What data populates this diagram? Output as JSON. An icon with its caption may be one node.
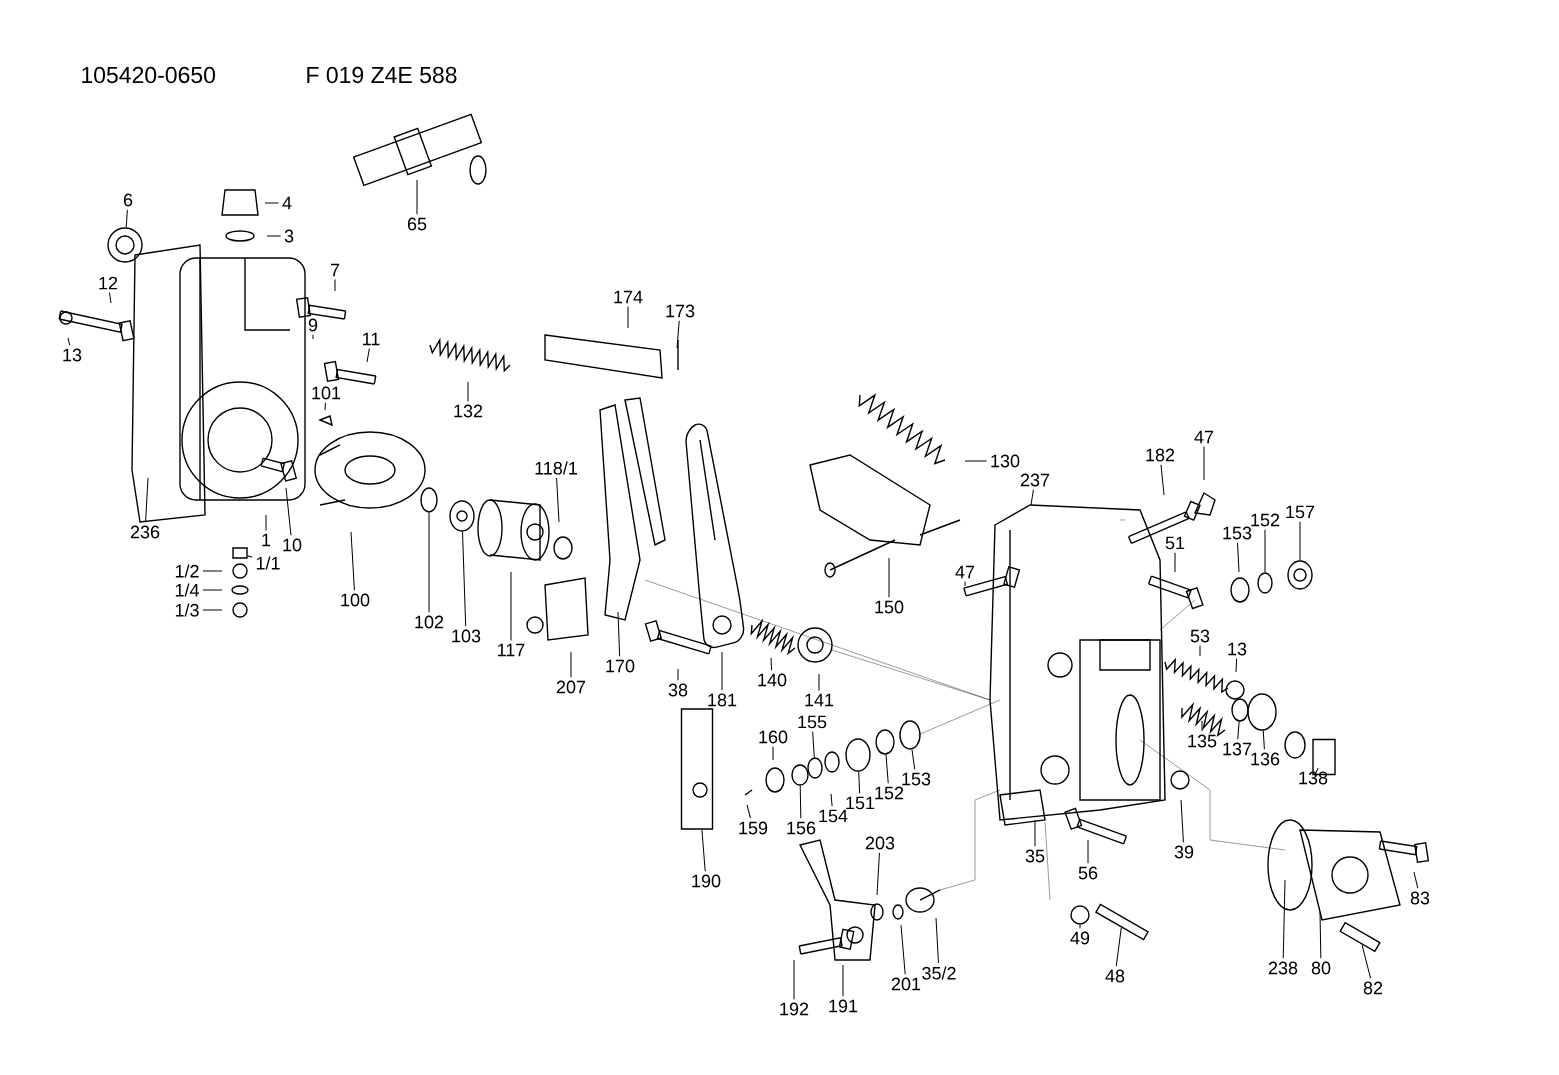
{
  "diagram": {
    "nodes": [
      {
        "text": [
          "6"
        ]
      },
      {
        "text": [
          "4"
        ]
      },
      {
        "text": [
          "3"
        ]
      },
      {
        "text": [
          "7"
        ]
      },
      {
        "text": [
          "12"
        ]
      },
      {
        "text": [
          "9"
        ]
      },
      {
        "text": [
          "11"
        ]
      },
      {
        "text": [
          "13"
        ]
      },
      {
        "text": [
          "101"
        ]
      },
      {
        "text": [
          "236"
        ]
      },
      {
        "text": [
          "1"
        ]
      },
      {
        "text": [
          "10"
        ]
      },
      {
        "text": [
          "1/1"
        ]
      },
      {
        "text": [
          "1/2"
        ]
      },
      {
        "text": [
          "1/4"
        ]
      },
      {
        "text": [
          "1/3"
        ]
      },
      {
        "text": [
          "65"
        ]
      },
      {
        "text": [
          "132"
        ]
      },
      {
        "text": [
          "174"
        ]
      },
      {
        "text": [
          "173"
        ]
      },
      {
        "text": [
          "100"
        ]
      },
      {
        "text": [
          "102"
        ]
      },
      {
        "text": [
          "103"
        ]
      },
      {
        "text": [
          "117"
        ]
      },
      {
        "text": [
          "118/1"
        ]
      },
      {
        "text": [
          "207"
        ]
      },
      {
        "text": [
          "170"
        ]
      },
      {
        "text": [
          "181"
        ]
      },
      {
        "text": [
          "38"
        ]
      },
      {
        "text": [
          "140"
        ]
      },
      {
        "text": [
          "141"
        ]
      },
      {
        "text": [
          "130"
        ]
      },
      {
        "text": [
          "150"
        ]
      },
      {
        "text": [
          "47"
        ]
      },
      {
        "text": [
          "237"
        ]
      },
      {
        "text": [
          "182"
        ]
      },
      {
        "text": [
          "47"
        ]
      },
      {
        "text": [
          "51"
        ]
      },
      {
        "text": [
          "153"
        ]
      },
      {
        "text": [
          "152"
        ]
      },
      {
        "text": [
          "157"
        ]
      },
      {
        "text": [
          "53"
        ]
      },
      {
        "text": [
          "13"
        ]
      },
      {
        "text": [
          "135"
        ]
      },
      {
        "text": [
          "137"
        ]
      },
      {
        "text": [
          "136"
        ]
      },
      {
        "text": [
          "138"
        ]
      },
      {
        "text": [
          "160"
        ]
      },
      {
        "text": [
          "155"
        ]
      },
      {
        "text": [
          "152"
        ]
      },
      {
        "text": [
          "153"
        ]
      },
      {
        "text": [
          "151"
        ]
      },
      {
        "text": [
          "154"
        ]
      },
      {
        "text": [
          "156"
        ]
      },
      {
        "text": [
          "159"
        ]
      },
      {
        "text": [
          "190"
        ]
      },
      {
        "text": [
          "203"
        ]
      },
      {
        "text": [
          "201"
        ]
      },
      {
        "text": [
          "35/2"
        ]
      },
      {
        "text": [
          "191"
        ]
      },
      {
        "text": [
          "192"
        ]
      },
      {
        "text": [
          "35"
        ]
      },
      {
        "text": [
          "56"
        ]
      },
      {
        "text": [
          "39"
        ]
      },
      {
        "text": [
          "49"
        ]
      },
      {
        "text": [
          "48"
        ]
      },
      {
        "text": [
          "238"
        ]
      },
      {
        "text": [
          "80"
        ]
      },
      {
        "text": [
          "83"
        ]
      },
      {
        "text": [
          "82"
        ]
      },
      {
        "text": [],
        "shape": "circle"
      },
      {
        "text": [],
        "shape": "box"
      },
      {
        "text": [],
        "shape": "circle"
      },
      {
        "text": [],
        "shape": "circle"
      },
      {
        "text": [],
        "shape": "circle"
      },
      {
        "text": [],
        "shape": "circle"
      },
      {
        "text": [],
        "shape": "circle"
      },
      {
        "text": [],
        "shape": "circle"
      },
      {
        "text": [],
        "shape": "box"
      },
      {
        "text": [],
        "shape": "circle"
      },
      {
        "text": [],
        "shape": "circle"
      },
      {
        "text": [],
        "shape": "circle"
      },
      {
        "text": [],
        "shape": "circle"
      },
      {
        "text": [],
        "shape": "circle"
      },
      {
        "text": [],
        "shape": "box"
      },
      {
        "text": [],
        "shape": "circle"
      },
      {
        "text": [],
        "shape": "box"
      },
      {
        "text": [],
        "shape": "box"
      }
    ],
    "edges": [
      {
        "from": 0,
        "to": 70,
        "arrow": "none"
      },
      {
        "from": 1,
        "to": null,
        "arrow": "none"
      },
      {
        "from": 2,
        "to": null,
        "arrow": "none"
      },
      {
        "from": 3,
        "to": null,
        "arrow": "none"
      },
      {
        "from": 4,
        "to": null,
        "arrow": "none"
      },
      {
        "from": 5,
        "to": null,
        "arrow": "none"
      },
      {
        "from": 6,
        "to": null,
        "arrow": "none"
      },
      {
        "from": 7,
        "to": null,
        "arrow": "none"
      },
      {
        "from": 8,
        "to": null,
        "arrow": "none"
      },
      {
        "from": 9,
        "to": null,
        "arrow": "none"
      },
      {
        "from": 10,
        "to": null,
        "arrow": "none"
      },
      {
        "from": 11,
        "to": null,
        "arrow": "none"
      },
      {
        "from": 12,
        "to": 71,
        "arrow": "none"
      },
      {
        "from": 13,
        "to": null,
        "arrow": "none"
      },
      {
        "from": 14,
        "to": null,
        "arrow": "none"
      },
      {
        "from": 15,
        "to": null,
        "arrow": "none"
      },
      {
        "from": 16,
        "to": null,
        "arrow": "none"
      },
      {
        "from": 17,
        "to": null,
        "arrow": "none"
      },
      {
        "from": 18,
        "to": null,
        "arrow": "none"
      },
      {
        "from": 19,
        "to": null,
        "arrow": "none"
      },
      {
        "from": 20,
        "to": null,
        "arrow": "none"
      },
      {
        "from": 21,
        "to": 72,
        "arrow": "none"
      },
      {
        "from": 22,
        "to": 73,
        "arrow": "none"
      },
      {
        "from": 23,
        "to": null,
        "arrow": "none"
      },
      {
        "from": 24,
        "to": null,
        "arrow": "none"
      },
      {
        "from": 25,
        "to": null,
        "arrow": "none"
      },
      {
        "from": 26,
        "to": null,
        "arrow": "none"
      },
      {
        "from": 27,
        "to": null,
        "arrow": "none"
      },
      {
        "from": 28,
        "to": null,
        "arrow": "none"
      },
      {
        "from": 29,
        "to": null,
        "arrow": "none"
      },
      {
        "from": 30,
        "to": null,
        "arrow": "none"
      },
      {
        "from": 31,
        "to": null,
        "arrow": "none"
      },
      {
        "from": 32,
        "to": null,
        "arrow": "none"
      },
      {
        "from": 33,
        "to": null,
        "arrow": "none"
      },
      {
        "from": 34,
        "to": null,
        "arrow": "none"
      },
      {
        "from": 35,
        "to": null,
        "arrow": "none"
      },
      {
        "from": 36,
        "to": null,
        "arrow": "none"
      },
      {
        "from": 37,
        "to": null,
        "arrow": "none"
      },
      {
        "from": 38,
        "to": null,
        "arrow": "none"
      },
      {
        "from": 39,
        "to": 74,
        "arrow": "none"
      },
      {
        "from": 40,
        "to": 75,
        "arrow": "none"
      },
      {
        "from": 41,
        "to": null,
        "arrow": "none"
      },
      {
        "from": 42,
        "to": null,
        "arrow": "none"
      },
      {
        "from": 43,
        "to": null,
        "arrow": "none"
      },
      {
        "from": 44,
        "to": 76,
        "arrow": "none"
      },
      {
        "from": 45,
        "to": 77,
        "arrow": "none"
      },
      {
        "from": 46,
        "to": 78,
        "arrow": "none"
      },
      {
        "from": 47,
        "to": null,
        "arrow": "none"
      },
      {
        "from": 48,
        "to": 79,
        "arrow": "none"
      },
      {
        "from": 49,
        "to": 80,
        "arrow": "none"
      },
      {
        "from": 50,
        "to": 81,
        "arrow": "none"
      },
      {
        "from": 51,
        "to": 82,
        "arrow": "none"
      },
      {
        "from": 52,
        "to": null,
        "arrow": "none"
      },
      {
        "from": 53,
        "to": 83,
        "arrow": "none"
      },
      {
        "from": 54,
        "to": null,
        "arrow": "none"
      },
      {
        "from": 55,
        "to": 84,
        "arrow": "none"
      },
      {
        "from": 56,
        "to": null,
        "arrow": "none"
      },
      {
        "from": 57,
        "to": null,
        "arrow": "none"
      },
      {
        "from": 58,
        "to": null,
        "arrow": "none"
      },
      {
        "from": 59,
        "to": null,
        "arrow": "none"
      },
      {
        "from": 60,
        "to": null,
        "arrow": "none"
      },
      {
        "from": 61,
        "to": null,
        "arrow": "none"
      },
      {
        "from": 62,
        "to": null,
        "arrow": "none"
      },
      {
        "from": 63,
        "to": null,
        "arrow": "none"
      },
      {
        "from": 64,
        "to": 85,
        "arrow": "none"
      },
      {
        "from": 65,
        "to": 87,
        "arrow": "none"
      },
      {
        "from": 66,
        "to": null,
        "arrow": "none"
      },
      {
        "from": 67,
        "to": null,
        "arrow": "none"
      },
      {
        "from": 68,
        "to": null,
        "arrow": "none"
      },
      {
        "from": 69,
        "to": 86,
        "arrow": "none"
      }
    ],
    "labels": [
      "105420-0650",
      "F 019 Z4E 588"
    ]
  }
}
